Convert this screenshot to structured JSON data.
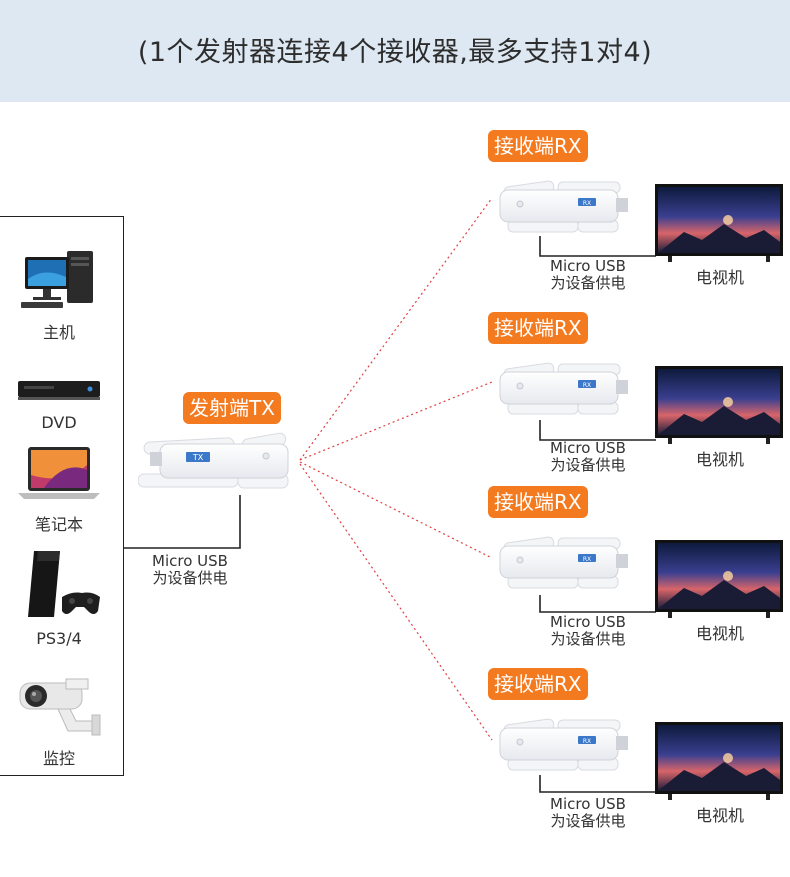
{
  "banner": {
    "title": "(1个发射器连接4个接收器,最多支持1对4)"
  },
  "sources": [
    {
      "label": "主机",
      "icon": "desktop-pc-icon"
    },
    {
      "label": "DVD",
      "icon": "dvd-player-icon"
    },
    {
      "label": "笔记本",
      "icon": "laptop-icon"
    },
    {
      "label": "PS3/4",
      "icon": "game-console-icon"
    },
    {
      "label": "监控",
      "icon": "security-camera-icon"
    }
  ],
  "transmitter": {
    "badge": "发射端TX",
    "device_text": "TX",
    "power_line1": "Micro USB",
    "power_line2": "为设备供电"
  },
  "receivers": [
    {
      "badge": "接收端RX",
      "device_text": "RX",
      "power_line1": "Micro USB",
      "power_line2": "为设备供电",
      "tv_label": "电视机"
    },
    {
      "badge": "接收端RX",
      "device_text": "RX",
      "power_line1": "Micro USB",
      "power_line2": "为设备供电",
      "tv_label": "电视机"
    },
    {
      "badge": "接收端RX",
      "device_text": "RX",
      "power_line1": "Micro USB",
      "power_line2": "为设备供电",
      "tv_label": "电视机"
    },
    {
      "badge": "接收端RX",
      "device_text": "RX",
      "power_line1": "Micro USB",
      "power_line2": "为设备供电",
      "tv_label": "电视机"
    }
  ],
  "colors": {
    "badge": "#f47a20",
    "banner": "#dde8f2",
    "wireless_link": "#e04040"
  }
}
